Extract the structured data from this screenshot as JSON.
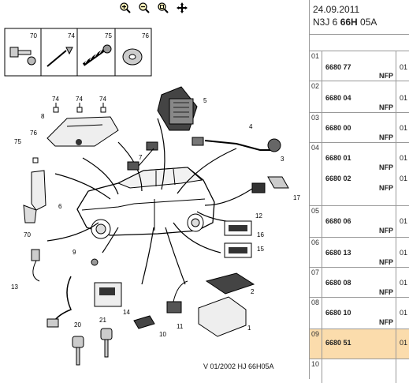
{
  "toolbar": {
    "zoom_in": "zoom-in-icon",
    "zoom_out": "zoom-out-icon",
    "zoom_fit": "zoom-fit-icon",
    "pan": "pan-icon"
  },
  "header": {
    "date": "24.09.2011",
    "code_prefix": "N3J 6 ",
    "code_bold": "66H",
    "code_suffix": " 05A"
  },
  "parts": [
    {
      "index": "01",
      "rows": [
        {
          "pn": "6680 77",
          "nfp": "NFP",
          "qty": "01"
        }
      ]
    },
    {
      "index": "02",
      "rows": [
        {
          "pn": "6680 04",
          "nfp": "NFP",
          "qty": "01"
        }
      ]
    },
    {
      "index": "03",
      "rows": [
        {
          "pn": "6680 00",
          "nfp": "NFP",
          "qty": "01"
        }
      ]
    },
    {
      "index": "04",
      "rows": [
        {
          "pn": "6680 01",
          "nfp": "NFP",
          "qty": "01"
        },
        {
          "pn": "6680 02",
          "nfp": "NFP",
          "qty": "01"
        }
      ]
    },
    {
      "index": "05",
      "rows": [
        {
          "pn": "6680 06",
          "nfp": "NFP",
          "qty": "01"
        }
      ]
    },
    {
      "index": "06",
      "rows": [
        {
          "pn": "6680 13",
          "nfp": "NFP",
          "qty": "01"
        }
      ]
    },
    {
      "index": "07",
      "rows": [
        {
          "pn": "6680 08",
          "nfp": "NFP",
          "qty": "01"
        }
      ]
    },
    {
      "index": "08",
      "rows": [
        {
          "pn": "6680 10",
          "nfp": "NFP",
          "qty": "01"
        }
      ]
    },
    {
      "index": "09",
      "rows": [
        {
          "pn": "6680 51",
          "nfp": "",
          "qty": "01"
        }
      ]
    },
    {
      "index": "10",
      "rows": []
    }
  ],
  "legend_items": [
    "70",
    "74",
    "75",
    "76"
  ],
  "callouts": [
    "1",
    "2",
    "3",
    "4",
    "5",
    "6",
    "7",
    "8",
    "9",
    "10",
    "11",
    "12",
    "13",
    "14",
    "15",
    "16",
    "17",
    "20",
    "21",
    "70",
    "74",
    "74",
    "74",
    "75",
    "76"
  ],
  "footer": "V 01/2002 HJ 66H05A",
  "colors": {
    "selected_row": "#fbdcac",
    "border": "#999999"
  }
}
